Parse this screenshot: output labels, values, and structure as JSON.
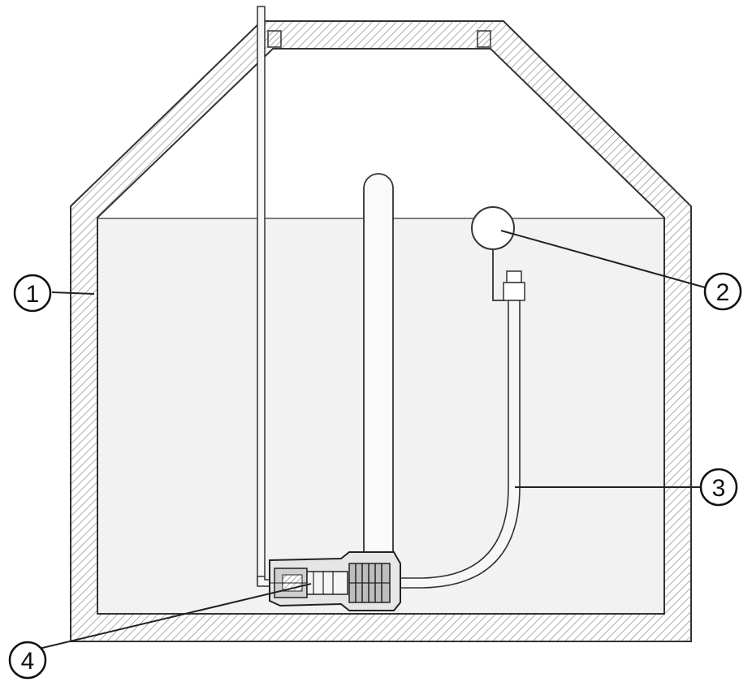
{
  "callouts": [
    {
      "id": "1",
      "label": "1"
    },
    {
      "id": "2",
      "label": "2"
    },
    {
      "id": "3",
      "label": "3"
    },
    {
      "id": "4",
      "label": "4"
    }
  ],
  "colors": {
    "background": "#ffffff",
    "fluid": "#f2f2f2",
    "line": "#333333",
    "hatch": "#8a8a8a"
  }
}
